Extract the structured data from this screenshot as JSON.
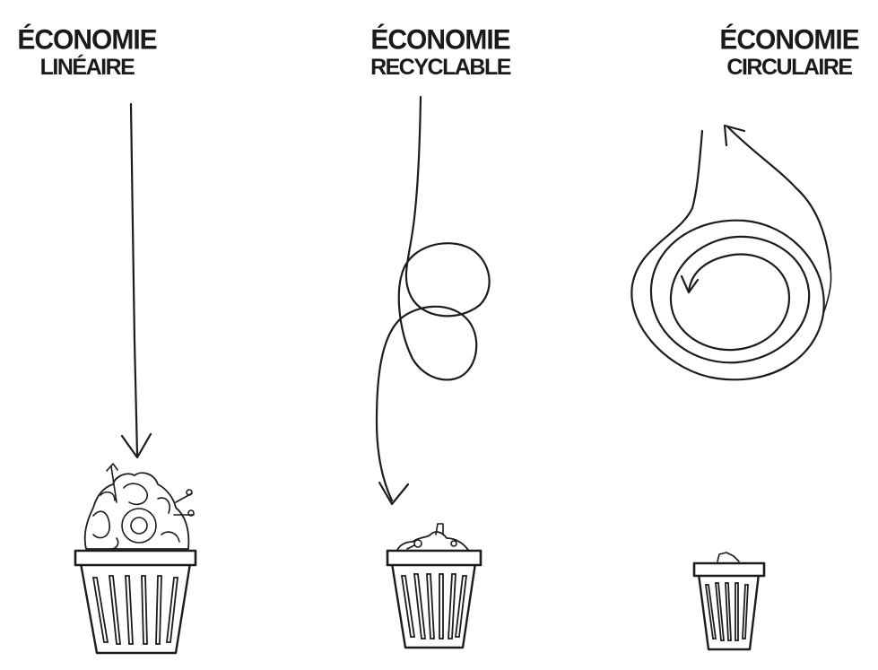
{
  "columns": [
    {
      "id": "lineaire",
      "title_line1": "ÉCONOMIE",
      "title_line2": "LINÉAIRE"
    },
    {
      "id": "recyclable",
      "title_line1": "ÉCONOMIE",
      "title_line2": "RECYCLABLE"
    },
    {
      "id": "circulaire",
      "title_line1": "ÉCONOMIE",
      "title_line2": "CIRCULAIRE"
    }
  ],
  "icons": {
    "trash": "trash-bin-icon",
    "arrow": "arrow-icon"
  },
  "colors": {
    "ink": "#1c1c1c",
    "background": "#ffffff"
  }
}
